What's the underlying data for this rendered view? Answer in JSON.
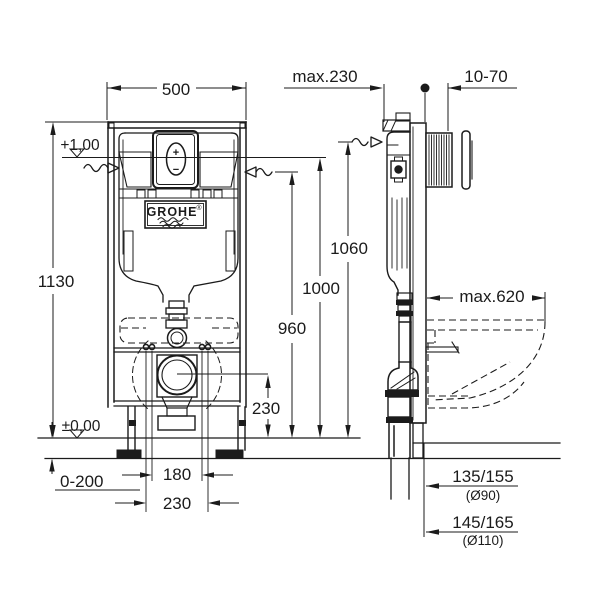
{
  "drawing": {
    "type": "installation-diagram",
    "product_brand": "GROHE",
    "line_color": "#1b1b1b",
    "background": "#ffffff",
    "front_view": {
      "frame_width_mm": "500",
      "frame_height_mm": "1130",
      "level_upper": "+1,00",
      "level_floor": "±0,00",
      "floor_adjust_range_mm": "0-200",
      "bolt_spacing_inner_mm": "180",
      "bolt_spacing_outer_mm": "230",
      "drain_height_mm": "230"
    },
    "side_view": {
      "max_wall_distance_mm": "max.230",
      "wall_thickness_range_mm": "10-70",
      "height_top_mm": "1060",
      "height_actuation_mm": "1000",
      "height_supply_mm": "960",
      "max_bowl_depth_mm": "max.620",
      "outlet_offset_90": "135/155",
      "outlet_dia_90": "(Ø90)",
      "outlet_offset_110": "145/165",
      "outlet_dia_110": "(Ø110)"
    },
    "logo": {
      "name": "GROHE",
      "registered": "®"
    },
    "flush_button": {
      "plus": "+",
      "minus": "−"
    }
  }
}
